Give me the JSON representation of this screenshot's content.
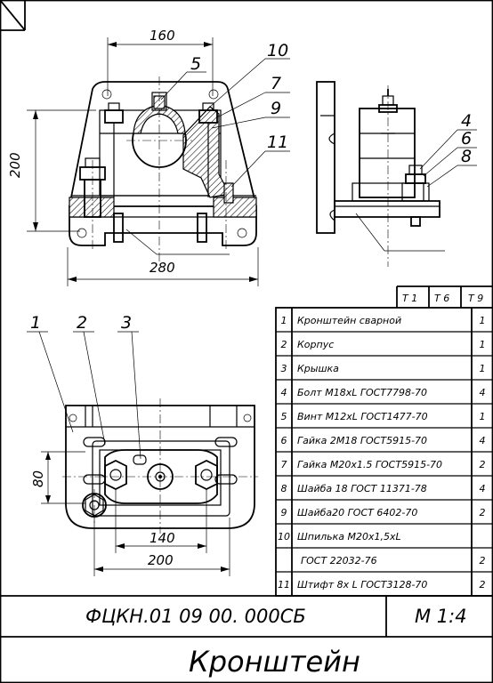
{
  "dimensions": {
    "front_width": "160",
    "front_height": "200",
    "front_base": "280",
    "top_height": "80",
    "top_inner": "140",
    "top_outer": "200"
  },
  "leaders": {
    "front": [
      "5",
      "10",
      "7",
      "9",
      "11"
    ],
    "side": [
      "4",
      "6",
      "8"
    ],
    "plan": [
      "1",
      "2",
      "3"
    ]
  },
  "format_columns": [
    "Т 1",
    "Т 6",
    "Т 9"
  ],
  "bom": [
    {
      "pos": "1",
      "name": "Кронштейн сварной",
      "qty": "1"
    },
    {
      "pos": "2",
      "name": "Корпус",
      "qty": "1"
    },
    {
      "pos": "3",
      "name": "Крышка",
      "qty": "1"
    },
    {
      "pos": "4",
      "name": "Болт М18хL ГОСТ7798-70",
      "qty": "4"
    },
    {
      "pos": "5",
      "name": "Винт М12хL ГОСТ1477-70",
      "qty": "1"
    },
    {
      "pos": "6",
      "name": "Гайка 2М18 ГОСТ5915-70",
      "qty": "4"
    },
    {
      "pos": "7",
      "name": "Гайка М20х1.5 ГОСТ5915-70",
      "qty": "2"
    },
    {
      "pos": "8",
      "name": "Шайба 18 ГОСТ 11371-78",
      "qty": "4"
    },
    {
      "pos": "9",
      "name": "Шайба20 ГОСТ 6402-70",
      "qty": "2"
    },
    {
      "pos": "10",
      "name": "Шпилька М20х1,5хL",
      "qty": ""
    },
    {
      "pos": "",
      "name": "ГОСТ 22032-76",
      "qty": "2"
    },
    {
      "pos": "11",
      "name": "Штифт 8х L ГОСТ3128-70",
      "qty": "2"
    }
  ],
  "stamp": {
    "designation": "ФЦКН.01 09 00. 000СБ",
    "scale": "М  1:4",
    "title": "Кронштейн"
  }
}
